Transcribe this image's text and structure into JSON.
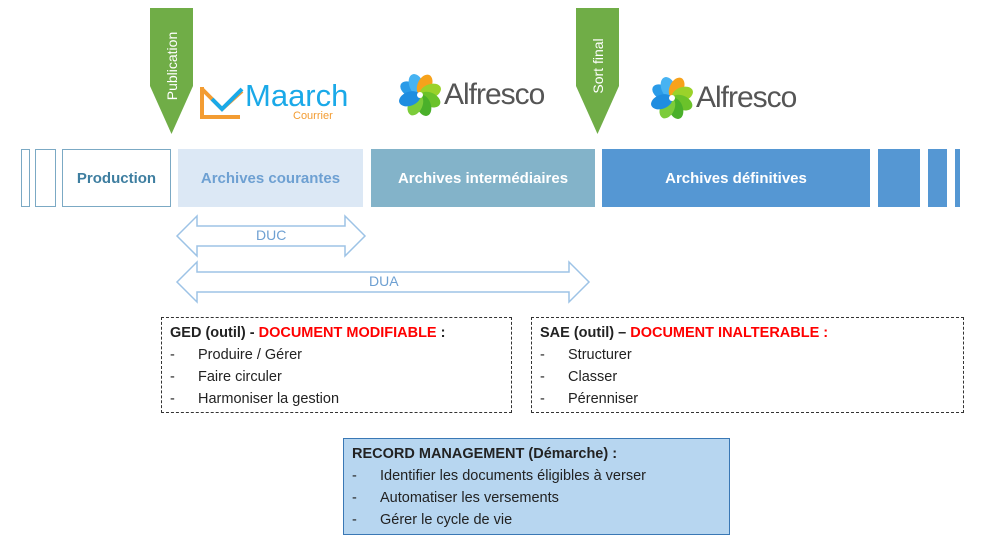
{
  "milestones": [
    {
      "label": "Publication",
      "color": "#70ad47"
    },
    {
      "label": "Sort final",
      "color": "#70ad47"
    }
  ],
  "logos": {
    "maarch": {
      "name": "Maarch",
      "sub": "Courrier",
      "name_color": "#1aa9e8",
      "sub_color": "#f39c32",
      "icon": "maarch-check-icon"
    },
    "alfresco_1": {
      "name": "Alfresco",
      "icon": "alfresco-flower-icon"
    },
    "alfresco_2": {
      "name": "Alfresco",
      "icon": "alfresco-flower-icon"
    }
  },
  "phases": [
    {
      "label": "Production",
      "style": "outline"
    },
    {
      "label": "Archives courantes",
      "style": "light"
    },
    {
      "label": "Archives intermédiaires",
      "style": "mid"
    },
    {
      "label": "Archives définitives",
      "style": "dark"
    }
  ],
  "durations": [
    {
      "label": "DUC"
    },
    {
      "label": "DUA"
    }
  ],
  "ged_box": {
    "title": "GED (outil) - ",
    "emphasis": "DOCUMENT MODIFIABLE",
    "suffix": " :",
    "items": [
      "Produire / Gérer",
      "Faire circuler",
      "Harmoniser la gestion"
    ]
  },
  "sae_box": {
    "title": "SAE (outil) – ",
    "emphasis": "DOCUMENT INALTERABLE :",
    "suffix": "",
    "items": [
      "Structurer",
      "Classer",
      "Pérenniser"
    ]
  },
  "rm_box": {
    "title": "RECORD MANAGEMENT (Démarche) :",
    "items": [
      "Identifier les documents éligibles à verser",
      "Automatiser les versements",
      "Gérer le cycle de vie"
    ]
  },
  "bullet": "-",
  "colors": {
    "accent_red": "#ff0000",
    "arrow": "#9dc3e6"
  }
}
